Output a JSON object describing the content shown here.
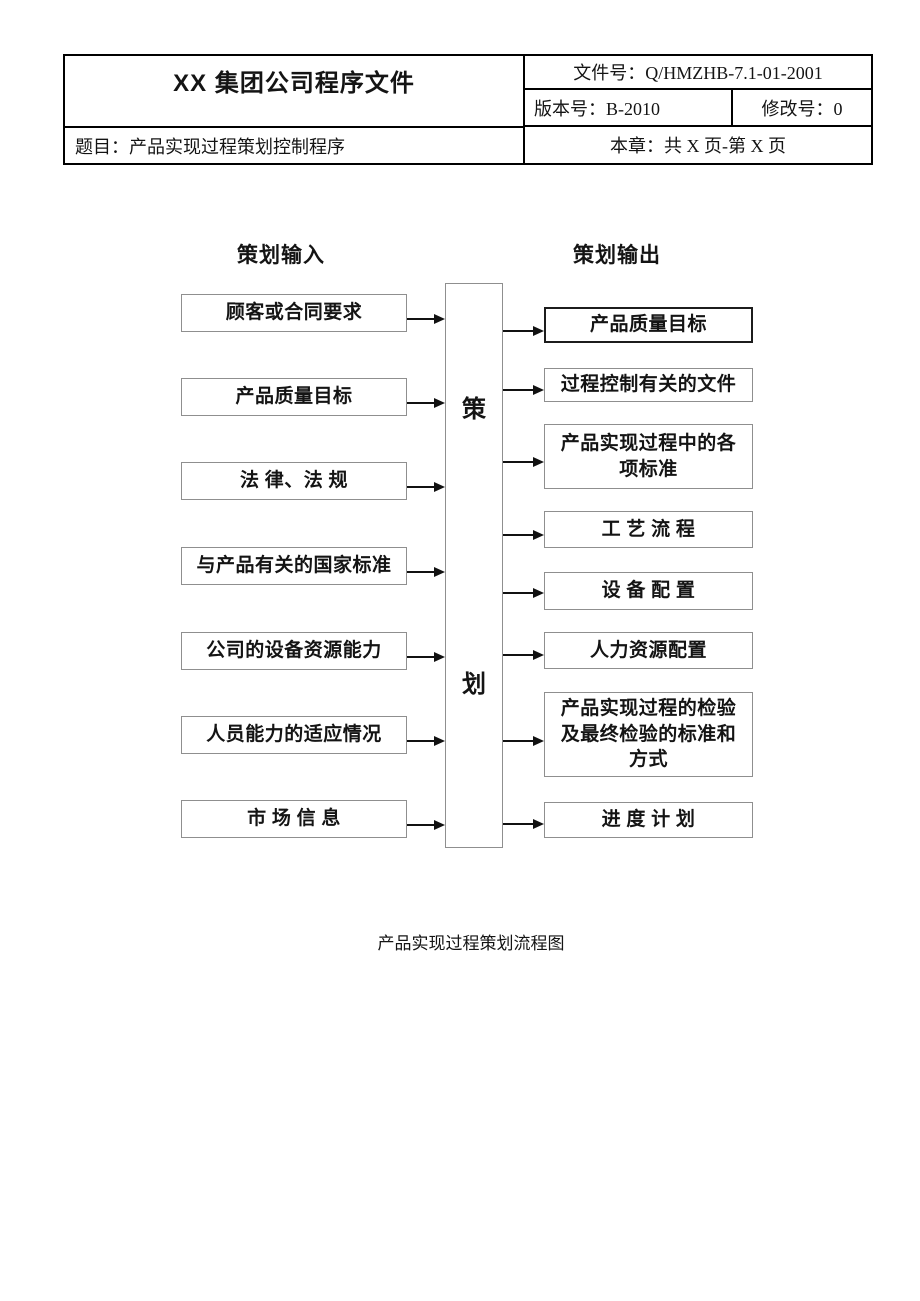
{
  "header_table": {
    "title": "XX 集团公司程序文件",
    "doc_no": "文件号：Q/HMZHB-7.1-01-2001",
    "version": "版本号：B-2010",
    "revision": "修改号：0",
    "subject": "题目：产品实现过程策划控制程序",
    "chapter": "本章：共 X 页-第 X 页"
  },
  "flowchart": {
    "input_header": "策划输入",
    "output_header": "策划输出",
    "center_box": {
      "chars": [
        "策",
        "划"
      ]
    },
    "inputs": [
      "顾客或合同要求",
      "产品质量目标",
      "法 律、法 规",
      "与产品有关的国家标准",
      "公司的设备资源能力",
      "人员能力的适应情况",
      "市 场 信 息"
    ],
    "outputs": [
      {
        "label": "产品质量目标",
        "emphasized": true
      },
      {
        "label": "过程控制有关的文件",
        "emphasized": false
      },
      {
        "label": "产品实现过程中的各\n项标准",
        "emphasized": false
      },
      {
        "label": "工 艺 流 程",
        "emphasized": false
      },
      {
        "label": "设 备 配 置",
        "emphasized": false
      },
      {
        "label": "人力资源配置",
        "emphasized": false
      },
      {
        "label": "产品实现过程的检验\n及最终检验的标准和\n方式",
        "emphasized": false
      },
      {
        "label": "进 度 计 划",
        "emphasized": false
      }
    ],
    "caption": "产品实现过程策划流程图"
  },
  "colors": {
    "box_border": "#8f8f8f",
    "emphasized_border": "#1c1c1c",
    "table_border": "#000000",
    "arrow": "#111111",
    "text": "#141414",
    "background": "#ffffff"
  }
}
